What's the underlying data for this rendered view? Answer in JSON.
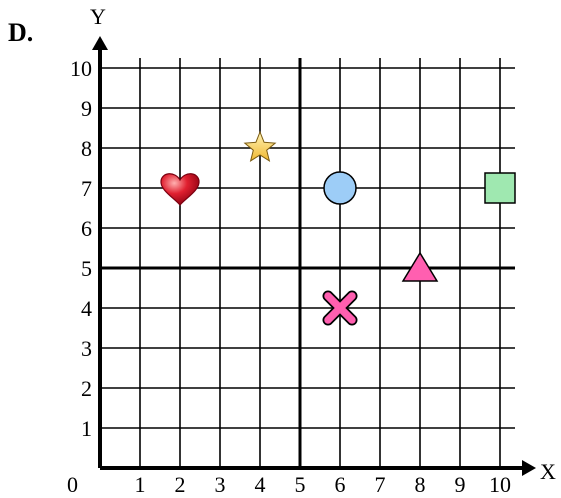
{
  "problem_label": "D.",
  "axes": {
    "x_label": "X",
    "y_label": "Y",
    "origin_label": "0"
  },
  "chart_data": {
    "type": "scatter",
    "xlim": [
      0,
      10
    ],
    "ylim": [
      0,
      10
    ],
    "grid": true,
    "x_ticks": [
      "1",
      "2",
      "3",
      "4",
      "5",
      "6",
      "7",
      "8",
      "9",
      "10"
    ],
    "y_ticks": [
      "1",
      "2",
      "3",
      "4",
      "5",
      "6",
      "7",
      "8",
      "9",
      "10"
    ],
    "points": [
      {
        "shape": "heart",
        "x": 2,
        "y": 7,
        "color": "#c8102e"
      },
      {
        "shape": "star",
        "x": 4,
        "y": 8,
        "color": "#f5c542"
      },
      {
        "shape": "circle",
        "x": 6,
        "y": 7,
        "color": "#9dcdf7"
      },
      {
        "shape": "square",
        "x": 10,
        "y": 7,
        "color": "#9fe8b0"
      },
      {
        "shape": "triangle",
        "x": 8,
        "y": 5,
        "color": "#ff5fb0"
      },
      {
        "shape": "cross",
        "x": 6,
        "y": 4,
        "color": "#ff5fb0"
      }
    ]
  }
}
